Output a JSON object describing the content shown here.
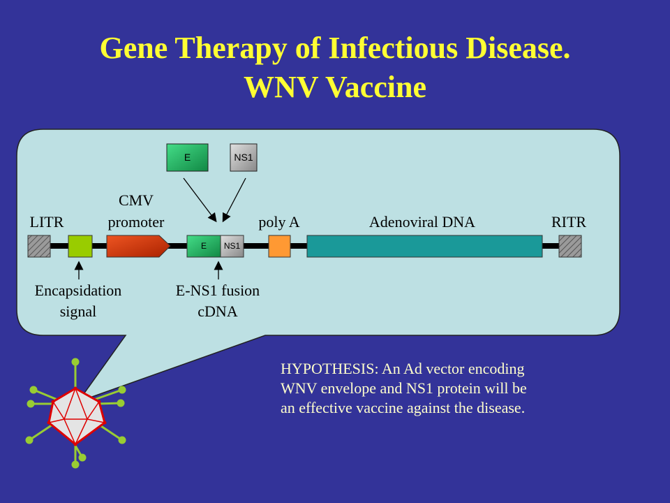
{
  "title": {
    "line1": "Gene Therapy of Infectious Disease.",
    "line2": "WNV Vaccine"
  },
  "diagram": {
    "top_boxes": {
      "e": "E",
      "ns1": "NS1"
    },
    "construct_boxes": {
      "e": "E",
      "ns1": "NS1"
    },
    "labels": {
      "litr": "LITR",
      "cmv_line1": "CMV",
      "cmv_line2": "promoter",
      "poly_a": "poly A",
      "adenoviral_dna": "Adenoviral DNA",
      "ritr": "RITR",
      "encapsidation_line1": "Encapsidation",
      "encapsidation_line2": "signal",
      "fusion_line1": "E-NS1 fusion",
      "fusion_line2": "cDNA"
    },
    "colors": {
      "callout": "#bde0e3",
      "encapsidation": "#99cc00",
      "cmv_promoter": "#cc3300",
      "e_box": "#22aa66",
      "ns1_box": "#a8a8a8",
      "poly_a": "#ff9933",
      "adenoviral_dna": "#1a9999",
      "itr": "#888888"
    }
  },
  "hypothesis": {
    "line1": "HYPOTHESIS: An Ad vector encoding",
    "line2": "WNV envelope and NS1 protein will be",
    "line3": "an effective vaccine against the disease."
  },
  "virus_icon": "adenovirus-icosahedron-icon"
}
